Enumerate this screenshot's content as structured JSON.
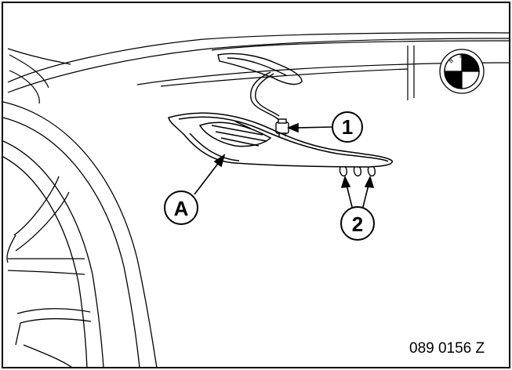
{
  "callouts": {
    "connector": "1",
    "clips": "2",
    "trim_strip": "A"
  },
  "figure_code": "089 0156 Z",
  "colors": {
    "line": "#000000",
    "background": "#ffffff"
  }
}
